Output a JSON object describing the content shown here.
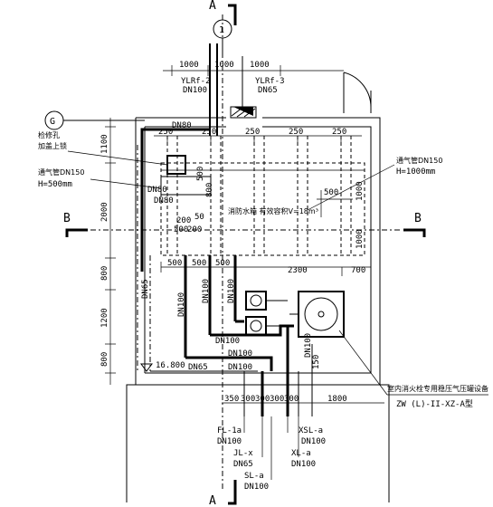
{
  "section_marks": {
    "top": "A",
    "bottom": "A",
    "left": "B",
    "right": "B"
  },
  "axis_labels": {
    "axis_1": "1",
    "axis_g": "G"
  },
  "top_dims": [
    "1000",
    "1000",
    "1000"
  ],
  "top_pipes": [
    {
      "code": "YLRf-2",
      "size": "DN100"
    },
    {
      "code": "YLRf-3",
      "size": "DN65"
    }
  ],
  "pipe_dn80": "DN80",
  "col_spacing": [
    "250",
    "250",
    "250",
    "250",
    "250"
  ],
  "left_dims": [
    "1100",
    "2000",
    "800",
    "1200",
    "800"
  ],
  "inspection_hole": {
    "line1": "检修孔",
    "line2": "加盖上锁"
  },
  "vent_left": {
    "line1": "通气管DN150",
    "line2": "H=500mm"
  },
  "vent_right": {
    "line1": "通气管DN150",
    "line2": "H=1000mm"
  },
  "tank_label": "消防水箱  有效容积V=18m³",
  "tank_dims": {
    "d500a": "500",
    "d500b": "500",
    "d500c": "500",
    "d1000a": "1000",
    "d1000b": "1000",
    "d800": "800",
    "d200a": "200",
    "d200b": "200",
    "d50": "50",
    "dn80a": "DN80",
    "dn80b": "DN80"
  },
  "mid_dims": [
    "500",
    "500",
    "500",
    "2300",
    "700"
  ],
  "vertical_pipes": [
    "DN65",
    "DN100",
    "DN100",
    "DN100",
    "DN100"
  ],
  "horizontal_pipes": [
    "DN100",
    "DN100",
    "DN65",
    "DN100"
  ],
  "elevation": "16.800",
  "dim_150": "150",
  "bottom_dims": [
    "350",
    "300",
    "300",
    "300",
    "300",
    "1800"
  ],
  "equipment_label": "室内消火栓专用稳压气压罐设备",
  "equipment_model": "ZW (L)-II-XZ-A型",
  "bottom_pipes": [
    {
      "code": "FL-1a",
      "size": "DN100"
    },
    {
      "code": "JL-x",
      "size": "DN65"
    },
    {
      "code": "SL-a",
      "size": "DN100"
    },
    {
      "code": "XSL-a",
      "size": "DN100"
    },
    {
      "code": "XL-a",
      "size": "DN100"
    }
  ]
}
